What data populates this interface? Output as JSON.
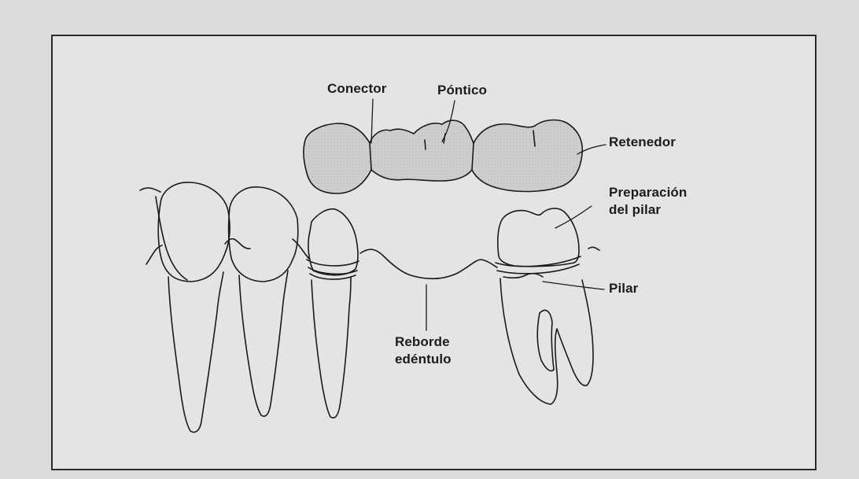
{
  "labels": {
    "conector": "Conector",
    "pontico": "Póntico",
    "retenedor": "Retenedor",
    "preparacion_line1": "Preparación",
    "preparacion_line2": "del pilar",
    "pilar": "Pilar",
    "reborde_line1": "Reborde",
    "reborde_line2": "edéntulo"
  },
  "colors": {
    "stroke": "#1a1a1a",
    "bridge_fill": "#cfcfcf",
    "background": "#dcdcdc",
    "panel": "#e4e4e4"
  }
}
